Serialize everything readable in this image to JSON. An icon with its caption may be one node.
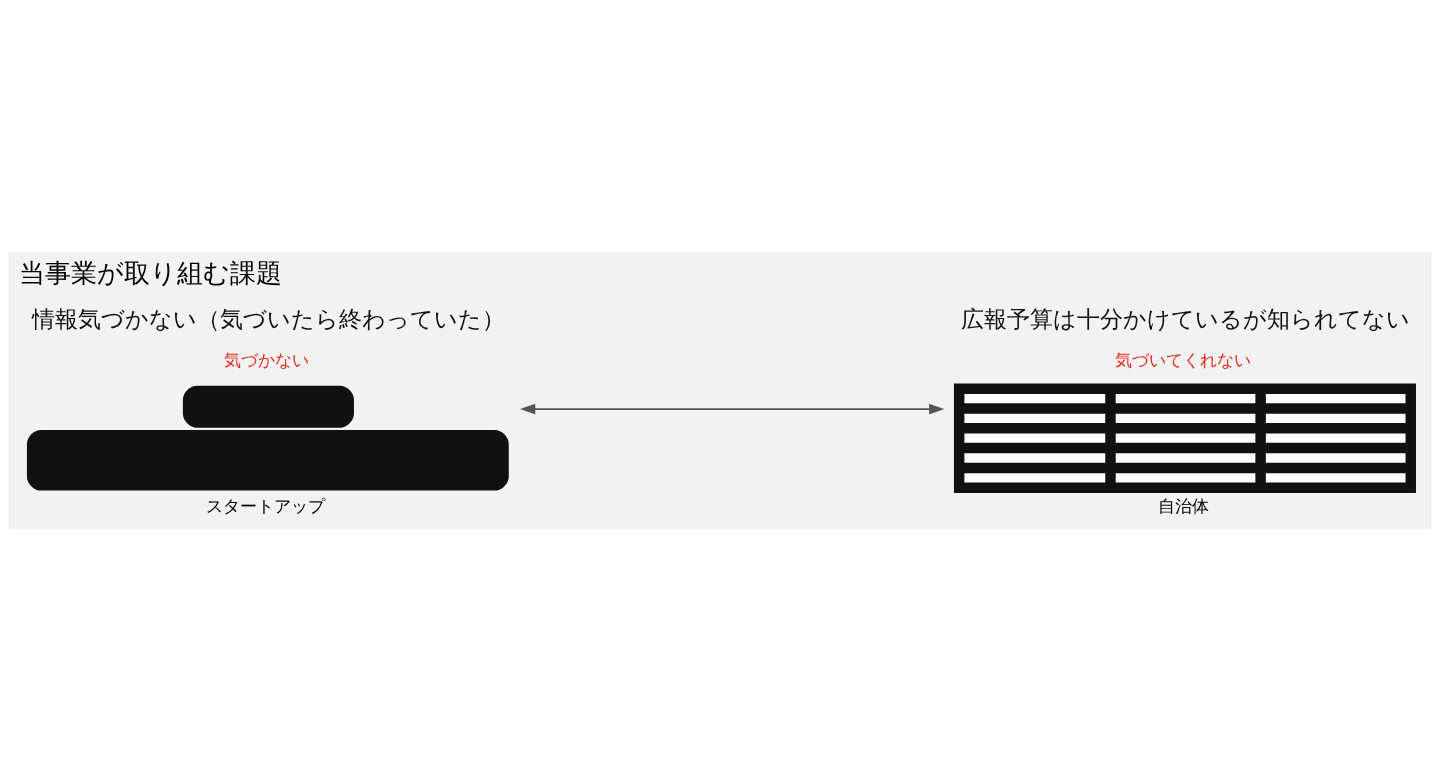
{
  "diagram": {
    "title": "当事業が取り組む課題",
    "nodes": [
      {
        "text": [
          "スタートアップ"
        ],
        "beside": [
          "情報気づかない（気づいたら終わっていた）",
          "気づかない"
        ]
      },
      {
        "text": [
          "自治体"
        ],
        "beside": [
          "広報予算は十分かけているが知られてない",
          "気づいてくれない"
        ]
      }
    ],
    "edges": [
      {
        "from": 0,
        "to": 1,
        "arrow": "both"
      }
    ]
  }
}
